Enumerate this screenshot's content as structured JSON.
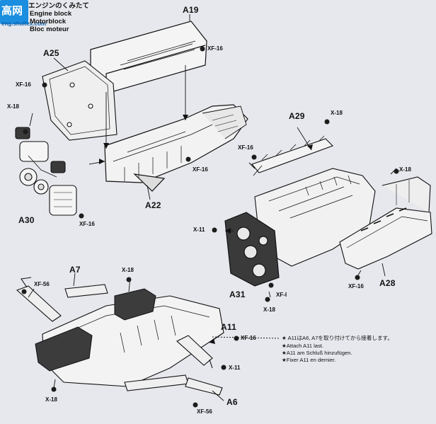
{
  "header": {
    "title_jp": "エンジンのくみたて",
    "title_en": "Engine block",
    "title_de": "Motorblock",
    "title_fr": "Bloc moteur"
  },
  "watermark": {
    "glyphs": "高网",
    "site": "eng.shuitex.com"
  },
  "parts": {
    "a19": "A19",
    "a25": "A25",
    "a30": "A30",
    "a22": "A22",
    "a29": "A29",
    "a28": "A28",
    "a31": "A31",
    "a7": "A7",
    "a11": "A11",
    "a6": "A6"
  },
  "screws": {
    "xf16_a": "XF-16",
    "xf16_b": "XF-16",
    "x18_a": "X-18",
    "xf16_c": "XF-16",
    "xf16_d": "XF-16",
    "x18_b": "X-18",
    "xf16_e": "XF-16",
    "x18_c": "X-18",
    "x11_a": "X-11",
    "xf16_f": "XF-16",
    "xfi": "XF-I",
    "x18_d": "X-18",
    "xf56_a": "XF-56",
    "x18_e": "X-18",
    "xf16_g": "XF-16",
    "x11_b": "X-11",
    "x18_f": "X-18",
    "xf56_b": "XF-56"
  },
  "notes": {
    "jp": "★ A11はA6, A7を取り付けてから接着します。",
    "en": "★Attach A11 last.",
    "de": "★A11 am Schluß hinzufügen.",
    "fr": "★Fixer A11 en dernier."
  },
  "colors": {
    "background": "#e6e8ed",
    "ink": "#111111",
    "watermark_blue": "#1b8ee0"
  }
}
